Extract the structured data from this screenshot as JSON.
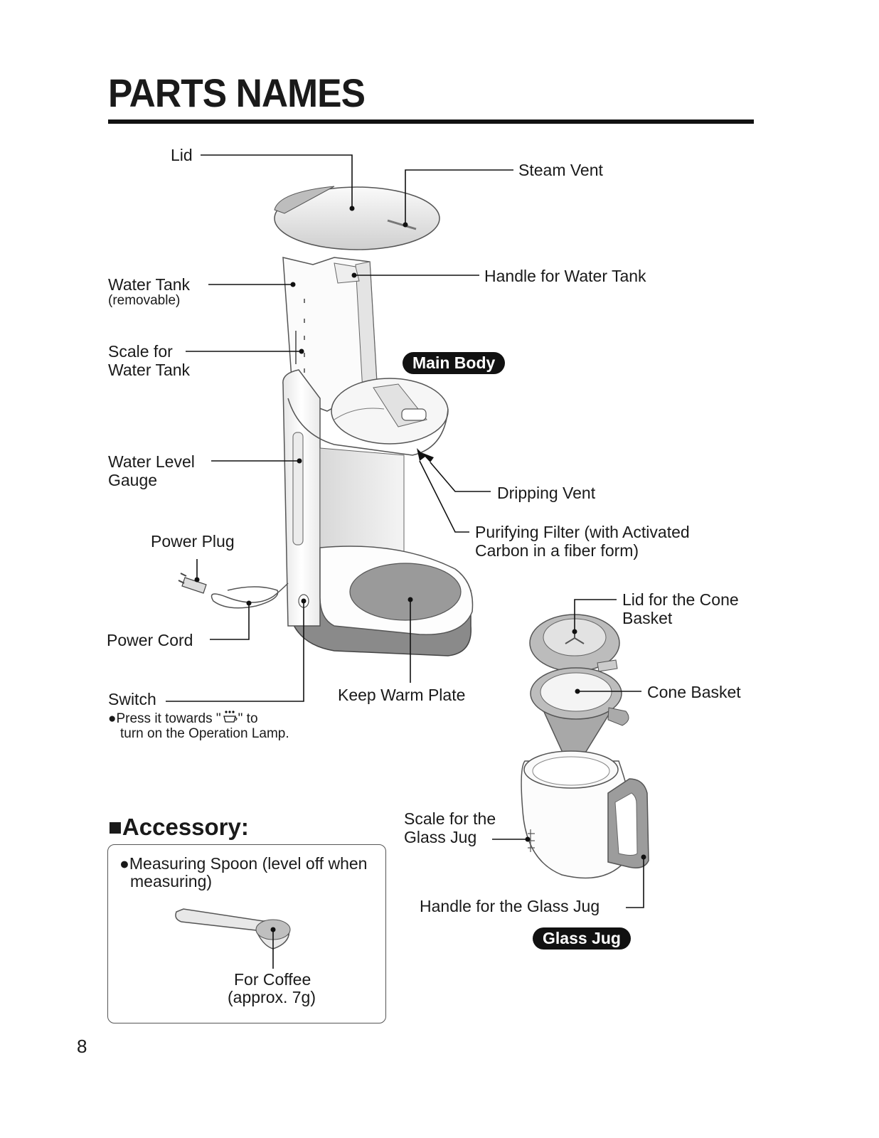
{
  "page": {
    "title": "PARTS NAMES",
    "page_number": "8"
  },
  "labels": {
    "lid": "Lid",
    "steam_vent": "Steam Vent",
    "water_tank": "Water Tank",
    "water_tank_note": "(removable)",
    "handle_water_tank": "Handle for Water Tank",
    "scale_water_tank_1": "Scale for",
    "scale_water_tank_2": "Water Tank",
    "main_body": "Main Body",
    "water_level_gauge_1": "Water Level",
    "water_level_gauge_2": "Gauge",
    "dripping_vent": "Dripping Vent",
    "purifying_filter_1": "Purifying Filter (with Activated",
    "purifying_filter_2": "Carbon in a fiber form)",
    "power_plug": "Power Plug",
    "lid_cone_basket_1": "Lid for the Cone",
    "lid_cone_basket_2": "Basket",
    "power_cord": "Power Cord",
    "cone_basket": "Cone Basket",
    "switch": "Switch",
    "switch_note_1": "●Press it towards \"",
    "switch_note_2": "\" to",
    "switch_note_3": "turn on the Operation Lamp.",
    "keep_warm_plate": "Keep Warm Plate",
    "scale_glass_jug_1": "Scale for the",
    "scale_glass_jug_2": "Glass Jug",
    "handle_glass_jug": "Handle for the Glass Jug",
    "glass_jug": "Glass Jug"
  },
  "accessory": {
    "heading": "■Accessory:",
    "item_1": "●Measuring Spoon (level off when",
    "item_2": "measuring)",
    "spoon_label_1": "For Coffee",
    "spoon_label_2": "(approx. 7g)"
  }
}
